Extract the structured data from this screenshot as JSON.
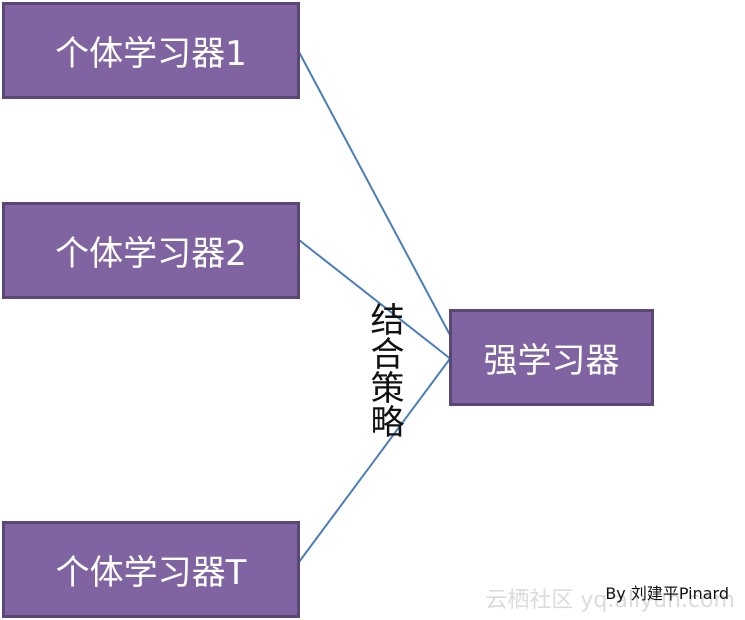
{
  "learners": [
    {
      "label": "个体学习器1"
    },
    {
      "label": "个体学习器2"
    },
    {
      "label": "个体学习器T"
    }
  ],
  "strong_learner": {
    "label": "强学习器"
  },
  "strategy_label": "结合策略",
  "credit": "By 刘建平Pinard",
  "watermark": "云栖社区 yq.aliyun.com",
  "colors": {
    "box_fill": "#8064a2",
    "box_border": "#5b4776",
    "line": "#4a7ebb",
    "text_on_box": "#ffffff"
  }
}
